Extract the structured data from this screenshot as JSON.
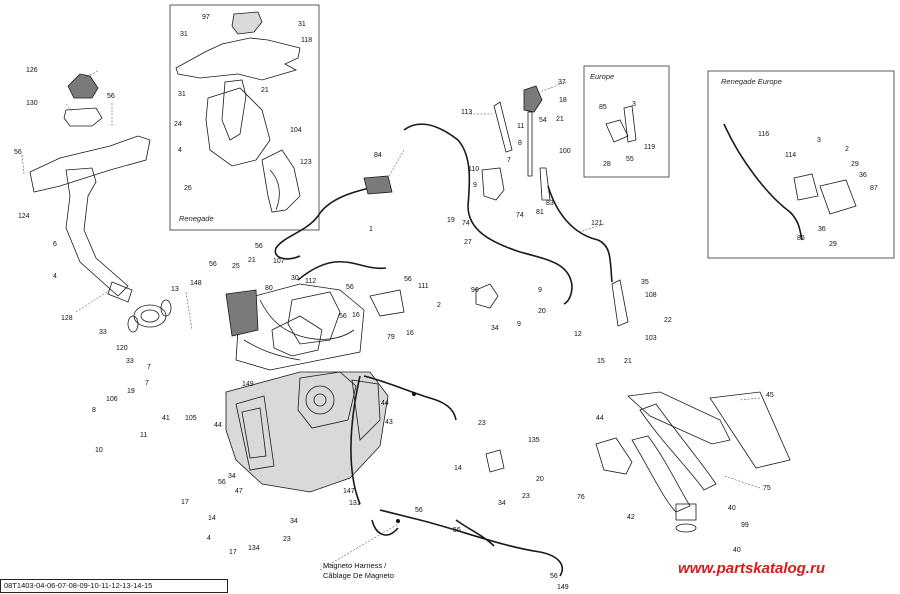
{
  "diagram": {
    "inset_renegade": {
      "title": "Renegade"
    },
    "inset_europe": {
      "title": "Europe"
    },
    "inset_renegade_europe": {
      "title": "Renegade Europe"
    },
    "harness_label": {
      "line1": "Magneto Harness /",
      "line2": "Câblage De Magneto"
    },
    "footer_code": "08T1403-04-06-07-08-09-10-11-12-13-14-15",
    "watermark": "www.partskatalog.ru"
  }
}
